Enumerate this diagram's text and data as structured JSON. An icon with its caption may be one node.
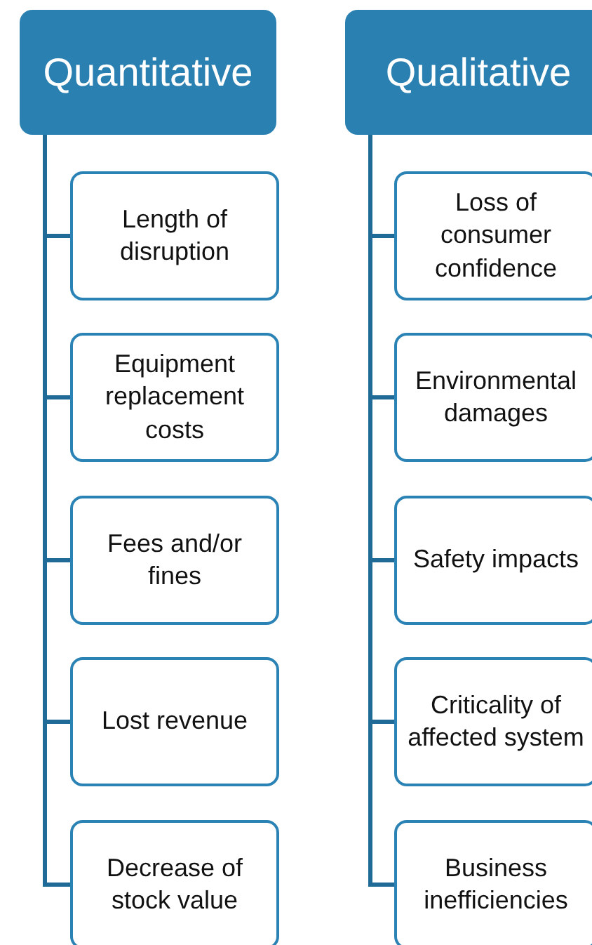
{
  "diagram": {
    "nodes": [
      {
        "text": [
          "Quantitative"
        ]
      },
      {
        "text": [
          "Length of disruption"
        ]
      },
      {
        "text": [
          "Equipment replacement costs"
        ]
      },
      {
        "text": [
          "Fees and/or fines"
        ]
      },
      {
        "text": [
          "Lost revenue"
        ]
      },
      {
        "text": [
          "Decrease of stock value"
        ]
      },
      {
        "text": [
          "Qualitative"
        ]
      },
      {
        "text": [
          "Loss of consumer confidence"
        ]
      },
      {
        "text": [
          "Environmental damages"
        ]
      },
      {
        "text": [
          "Safety impacts"
        ]
      },
      {
        "text": [
          "Criticality of affected system"
        ]
      },
      {
        "text": [
          "Business inefficiencies"
        ]
      }
    ],
    "edges": [
      {
        "from": 0,
        "to": 1,
        "arrow": "none"
      },
      {
        "from": 0,
        "to": 2,
        "arrow": "none"
      },
      {
        "from": 0,
        "to": 3,
        "arrow": "none"
      },
      {
        "from": 0,
        "to": 4,
        "arrow": "none"
      },
      {
        "from": 0,
        "to": 5,
        "arrow": "none"
      },
      {
        "from": 6,
        "to": 7,
        "arrow": "none"
      },
      {
        "from": 6,
        "to": 8,
        "arrow": "none"
      },
      {
        "from": 6,
        "to": 9,
        "arrow": "none"
      },
      {
        "from": 6,
        "to": 10,
        "arrow": "none"
      },
      {
        "from": 6,
        "to": 11,
        "arrow": "none"
      }
    ]
  }
}
